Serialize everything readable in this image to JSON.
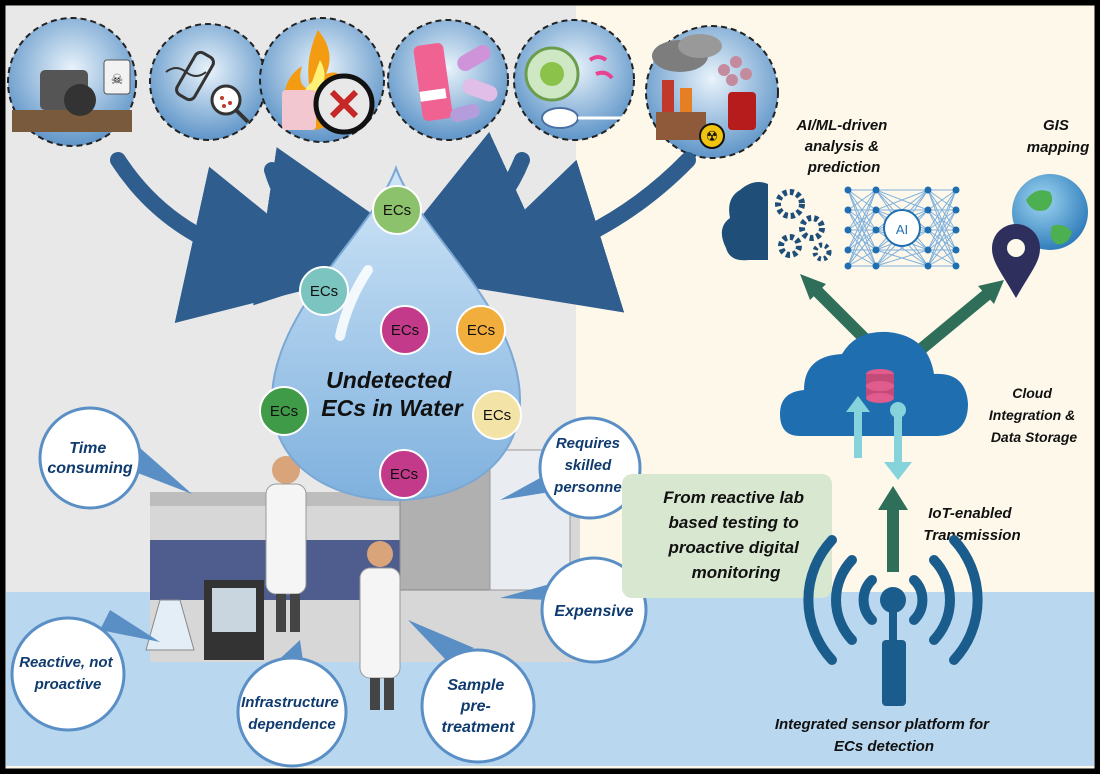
{
  "drop": {
    "title_line1": "Undetected",
    "title_line2": "ECs in Water",
    "ec_label": "ECs"
  },
  "ec_bubbles": [
    {
      "color": "#8cc26b"
    },
    {
      "color": "#7cc4c0"
    },
    {
      "color": "#c43a8a"
    },
    {
      "color": "#f2ae3c"
    },
    {
      "color": "#3f9b48"
    },
    {
      "color": "#f3e3a6"
    },
    {
      "color": "#c43a8a"
    }
  ],
  "sources": [
    {
      "icon": "tractor-pesticide-icon"
    },
    {
      "icon": "microplastic-bottle-icon"
    },
    {
      "icon": "flame-retardant-icon"
    },
    {
      "icon": "pharmaceutical-pills-icon"
    },
    {
      "icon": "microorganism-icon"
    },
    {
      "icon": "industrial-waste-icon"
    }
  ],
  "limitations": {
    "time_consuming": [
      "Time",
      "consuming"
    ],
    "skilled_personnel": [
      "Requires",
      "skilled",
      "personnel"
    ],
    "expensive": [
      "Expensive"
    ],
    "reactive": [
      "Reactive, not",
      "proactive"
    ],
    "infrastructure": [
      "Infrastructure",
      "dependence"
    ],
    "sample": [
      "Sample",
      "pre-",
      "treatment"
    ]
  },
  "transition": [
    "From reactive lab",
    "based testing to",
    "proactive digital",
    "monitoring"
  ],
  "digital": {
    "ai_ml": [
      "AI/ML-driven",
      "analysis &",
      "prediction"
    ],
    "ai_badge": "AI",
    "gis": [
      "GIS",
      "mapping"
    ],
    "cloud": [
      "Cloud",
      "Integration &",
      "Data Storage"
    ],
    "iot": [
      "IoT-enabled",
      "Transmission"
    ],
    "sensor": [
      "Integrated sensor platform for",
      "ECs detection"
    ]
  },
  "colors": {
    "navy": "#0f3b6e",
    "arrow_blue": "#2e5d8e",
    "teal_arrow": "#2f6f5a",
    "drop_blue": "#8fbde6",
    "cream": "#fdf8ea",
    "floor": "#b9d7ef",
    "green_box": "#d8e8d0"
  }
}
